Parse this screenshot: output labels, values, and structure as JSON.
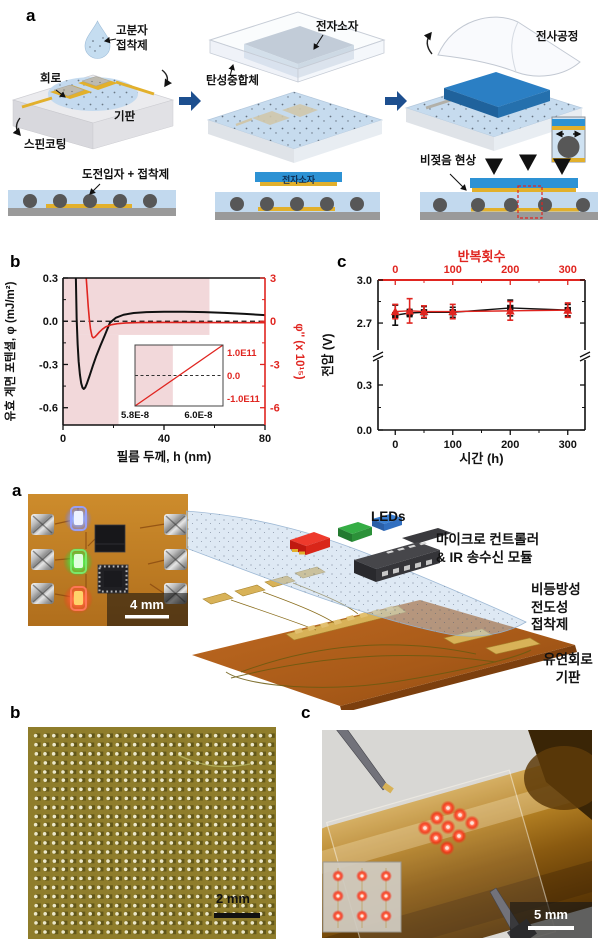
{
  "colors": {
    "accent_red": "#e02520",
    "arrow_blue": "#1d4f8f",
    "shade_pink": "#f2d8da"
  },
  "fig1": {
    "panel_a": {
      "label": "a",
      "polymer_adhesive": "고분자\n접착제",
      "circuit": "회로",
      "substrate": "기판",
      "spin_coating": "스핀코팅",
      "particles_adhesive": "도전입자 + 접착제",
      "device": "전자소자",
      "elastomer": "탄성중합체",
      "device_bar": "전자소자",
      "transfer_process": "전사공정",
      "dewetting": "비젖음 현상"
    },
    "panel_b": {
      "label": "b"
    },
    "panel_c": {
      "label": "c"
    }
  },
  "fig2": {
    "panel_a": {
      "label": "a",
      "scale": "4 mm",
      "leds": "LEDs",
      "mcu": "마이크로 컨트롤러\n& IR 송수신 모듈",
      "adhesive": "비등방성\n전도성\n접착제",
      "substrate": "유연회로\n기판"
    },
    "panel_b": {
      "label": "b",
      "scale": "2 mm",
      "grid": {
        "cols": 27,
        "rows": 23
      }
    },
    "panel_c": {
      "label": "c",
      "scale": "5 mm",
      "led_grid": {
        "rows": 3,
        "cols": 3
      }
    }
  },
  "chart_data": [
    {
      "type": "line",
      "xlabel": "필름 두께, h (nm)",
      "ylabel_left": "유효 계면 포텐셜, φ (mJ/m²)",
      "ylabel_right": "φ'' (x 10¹⁵)",
      "xlim": [
        0,
        80
      ],
      "xticks": [
        0,
        40,
        80
      ],
      "xticks_minor": [
        20,
        60
      ],
      "ylim_left": [
        -0.72,
        0.3
      ],
      "yticks_left": [
        0.3,
        0.0,
        -0.3,
        -0.6
      ],
      "yticks_left_labels": [
        "0.3",
        "0.0",
        "-0.3",
        "-0.6"
      ],
      "yticks_left_minor": [
        0.15,
        -0.15,
        -0.45
      ],
      "ylim_right": [
        -7.2,
        3
      ],
      "yticks_right": [
        3,
        0,
        -3,
        -6
      ],
      "yticks_right_labels": [
        "3",
        "0",
        "-3",
        "-6"
      ],
      "yticks_right_minor": [
        1.5,
        -1.5,
        -4.5
      ],
      "zero_line": 0.0,
      "shade": {
        "upper": {
          "x0": 0,
          "x1": 58,
          "y_bottom": -0.095
        },
        "lower": {
          "x0": 0,
          "x1": 22
        }
      },
      "series": [
        {
          "name": "effective-interface-potential",
          "color": "#111111",
          "axis": "left",
          "x": [
            5.1,
            5.4,
            5.8,
            6.2,
            6.7,
            7.2,
            7.7,
            8.2,
            8.8,
            9.5,
            10.5,
            11.8,
            13.2,
            14.8,
            16.5,
            18.6,
            21,
            24,
            28,
            33,
            40,
            48,
            56,
            64,
            72,
            80
          ],
          "y": [
            0.3,
            0.02,
            -0.16,
            -0.28,
            -0.37,
            -0.43,
            -0.46,
            -0.47,
            -0.46,
            -0.43,
            -0.38,
            -0.31,
            -0.24,
            -0.17,
            -0.1,
            -0.01,
            0.025,
            0.045,
            0.057,
            0.063,
            0.066,
            0.066,
            0.063,
            0.058,
            0.051,
            0.042
          ]
        },
        {
          "name": "phi-second-derivative",
          "color": "#e02520",
          "axis": "right",
          "x": [
            9.2,
            9.6,
            10.0,
            10.4,
            10.9,
            11.5,
            12.0,
            12.6,
            13.4,
            14.4,
            15.6,
            17,
            19,
            21.5,
            25,
            30,
            40,
            60,
            80
          ],
          "y": [
            3.0,
            2.0,
            1.0,
            0.2,
            -0.55,
            -1.05,
            -1.15,
            -1.1,
            -0.95,
            -0.75,
            -0.55,
            -0.38,
            -0.25,
            -0.17,
            -0.12,
            -0.09,
            -0.08,
            -0.09,
            -0.1
          ]
        }
      ],
      "inset": {
        "xtick_labels": [
          "5.8E-8",
          "6.0E-8"
        ],
        "xtick_fracs": [
          0,
          0.72
        ],
        "ytick_labels": [
          "1.0E11",
          "0.0",
          "-1.0E11"
        ],
        "ytick_fracs": [
          0.12,
          0.5,
          0.88
        ],
        "pink_frac": 0.43,
        "line_from_frac": [
          0,
          1
        ],
        "line_to_frac": [
          1,
          0
        ]
      }
    },
    {
      "type": "scatter-line",
      "xlabel_bottom": "시간 (h)",
      "xlabel_top": "반복횟수",
      "ylabel": "전압 (V)",
      "xlim": [
        -30,
        330
      ],
      "xticks": [
        0,
        100,
        200,
        300
      ],
      "xticks_minor": [
        50,
        150,
        250
      ],
      "ytick_labels": [
        "3.0",
        "2.7",
        "0.3",
        "0.0"
      ],
      "ytick_fracs": [
        0,
        0.287,
        0.7,
        1.0
      ],
      "ytick_minor_fracs": [
        0.1435,
        0.85
      ],
      "break_frac": 0.5,
      "v_top": 3.0,
      "v_second": 2.7,
      "frac_second": 0.287,
      "series": [
        {
          "name": "time-hours",
          "color": "#111111",
          "marker": "square",
          "x": [
            0,
            25,
            50,
            100,
            200,
            300
          ],
          "y": [
            2.755,
            2.77,
            2.775,
            2.775,
            2.805,
            2.79
          ],
          "err": [
            0.07,
            0.025,
            0.04,
            0.035,
            0.055,
            0.04
          ]
        },
        {
          "name": "repetition-cycles",
          "color": "#e02520",
          "marker": "triangle",
          "x": [
            0,
            25,
            50,
            100,
            200,
            300
          ],
          "y": [
            2.78,
            2.785,
            2.78,
            2.78,
            2.785,
            2.79
          ],
          "err": [
            0.05,
            0.085,
            0.04,
            0.05,
            0.065,
            0.05
          ]
        }
      ]
    }
  ]
}
